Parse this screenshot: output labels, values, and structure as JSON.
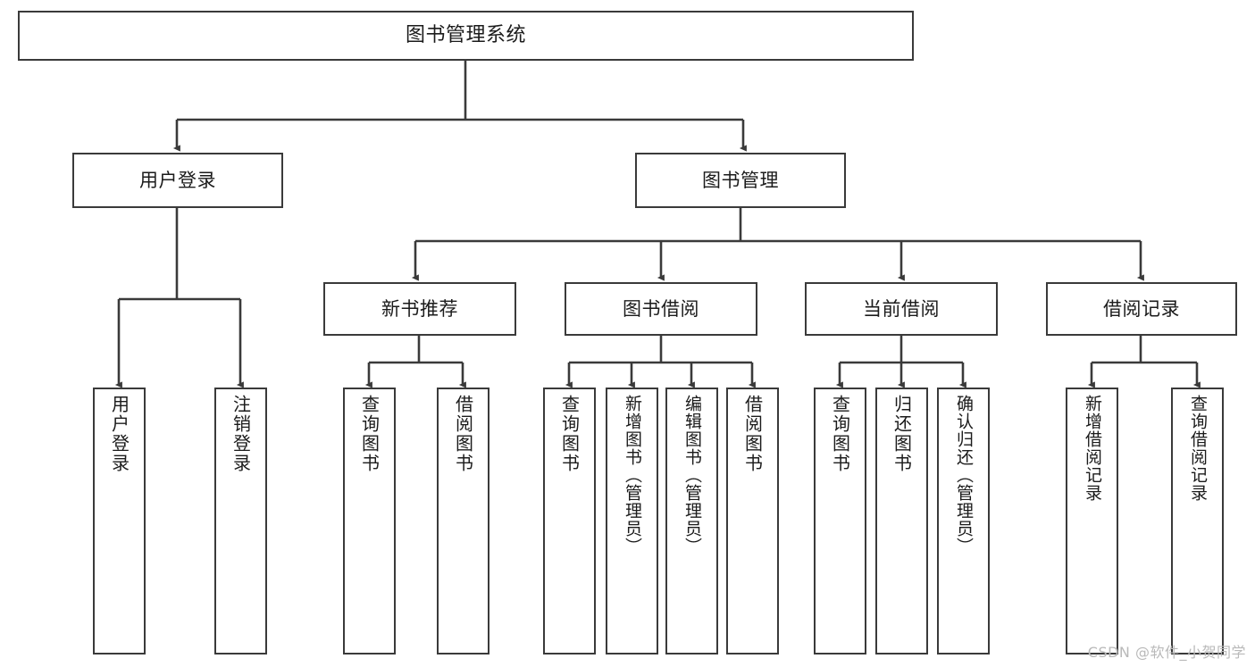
{
  "diagram": {
    "title": "图书管理系统",
    "type": "tree",
    "line_color": "#3a3a3a",
    "box_fill": "#ffffff",
    "text_color": "#1b1b1b",
    "nodes": {
      "root": {
        "label": "图书管理系统"
      },
      "level2": [
        {
          "id": "user-login",
          "label": "用户登录"
        },
        {
          "id": "book-manage",
          "label": "图书管理"
        }
      ],
      "level3": [
        {
          "id": "new-book-recommend",
          "label": "新书推荐"
        },
        {
          "id": "book-borrow",
          "label": "图书借阅"
        },
        {
          "id": "current-borrow",
          "label": "当前借阅"
        },
        {
          "id": "borrow-record",
          "label": "借阅记录"
        }
      ],
      "leaves": {
        "user_login": [
          {
            "id": "leaf-user-login",
            "label": "用户登录"
          },
          {
            "id": "leaf-logout-login",
            "label": "注销登录"
          }
        ],
        "new_book_recommend": [
          {
            "id": "leaf-query-book-1",
            "label": "查询图书"
          },
          {
            "id": "leaf-borrow-book-1",
            "label": "借阅图书"
          }
        ],
        "book_borrow": [
          {
            "id": "leaf-query-book-2",
            "label": "查询图书"
          },
          {
            "id": "leaf-add-book",
            "label": "新增图书（管理员）"
          },
          {
            "id": "leaf-edit-book",
            "label": "编辑图书（管理员）"
          },
          {
            "id": "leaf-borrow-book-2",
            "label": "借阅图书"
          }
        ],
        "current_borrow": [
          {
            "id": "leaf-query-book-3",
            "label": "查询图书"
          },
          {
            "id": "leaf-return-book",
            "label": "归还图书"
          },
          {
            "id": "leaf-confirm-return",
            "label": "确认归还（管理员）"
          }
        ],
        "borrow_record": [
          {
            "id": "leaf-add-record",
            "label": "新增借阅记录"
          },
          {
            "id": "leaf-query-record",
            "label": "查询借阅记录"
          }
        ]
      }
    }
  },
  "watermark": {
    "text": "CSDN @软件_小贺同学"
  }
}
